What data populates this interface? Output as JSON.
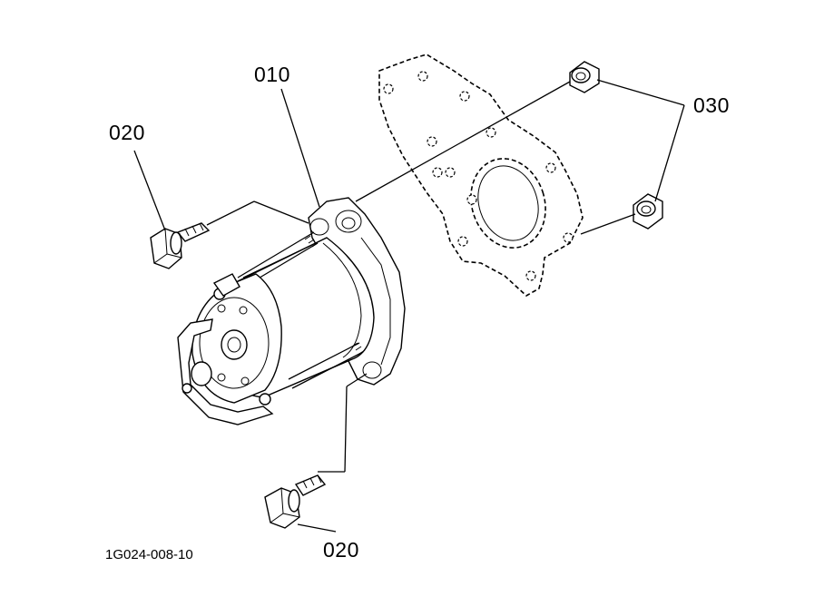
{
  "callouts": {
    "starter": "010",
    "bolt_upper": "020",
    "bolt_lower": "020",
    "nut": "030"
  },
  "figure_code": "1G024-008-10"
}
